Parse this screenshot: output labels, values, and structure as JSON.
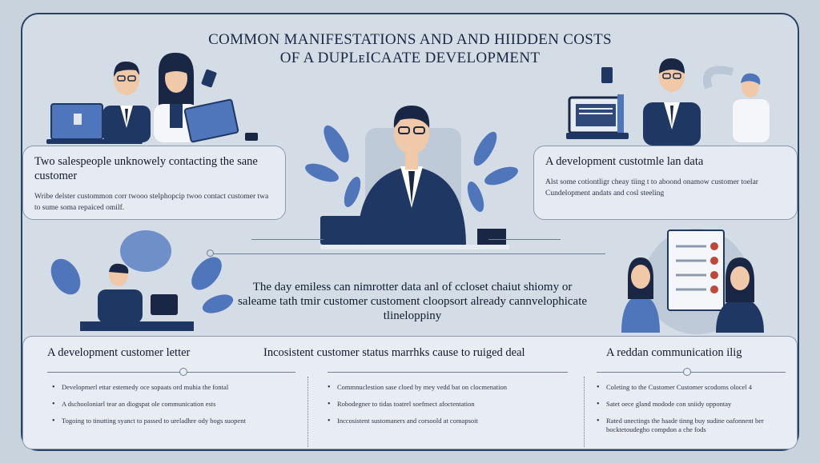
{
  "title": {
    "line1": "COMMON MANIFESTATIONS AND AND HIIDDEN COSTS",
    "line2": "OF A DUPLᴇICAATE  DEVELOPMENT"
  },
  "left_card": {
    "heading": "Two salespeople unknowely contacting the sane customer",
    "body": "Wribe delster custommon corr twooo stelphopcip twoo contact customer twa to sume soma repaiced omilf."
  },
  "right_card": {
    "heading": "A development custotmle lan data",
    "body": "Alst some cotiontligr cheay tiing t to aboond onamow customer toelar Cundelopment andats and cosl steeling"
  },
  "center_text": "The day emiless can nimrotter data anl of ccloset chaiut shiomy or saleame tath tmir customer customent cloopsort already cannvelophicate tlineloppiny",
  "bottom": {
    "columns": [
      {
        "heading": "A development customer letter",
        "items": [
          "Developmerl ettar estemedy oce sopaats ord muhia the fontal",
          "A dschooloniarl tear an diogspat ole communication ests",
          "Togoing to tinutting syanct to passed to ureladhre ody bogs suopent"
        ]
      },
      {
        "heading": "Incosistent customer status marrhks cause to ruiged deal",
        "items": [
          "Commnuclestion sase cloed by mey vedd bat on clocmenation",
          "Robodegner to tidas toatrel soefmect afoctentation",
          "Inccosistent sustomaners and corsoold at comapsoit"
        ]
      },
      {
        "heading": "A reddan communication ilig",
        "items": [
          "Coleting to the Customer Customer scodoms olocel 4",
          "Satet oece gland modode con sniidy oppontay",
          "Rated unectings the haade tinng buy sudine oafonnent ber bocktetoudegho compdon a che fods"
        ]
      }
    ]
  },
  "colors": {
    "navy": "#1f3763",
    "accent_blue": "#4f76ba",
    "background": "#c9d3de",
    "card": "#e6ebf1",
    "red_badge": "#c0463a"
  },
  "icons": [
    "laptop-icon",
    "phone-icon",
    "cup-icon",
    "document-checklist-icon",
    "monitor-icon"
  ]
}
